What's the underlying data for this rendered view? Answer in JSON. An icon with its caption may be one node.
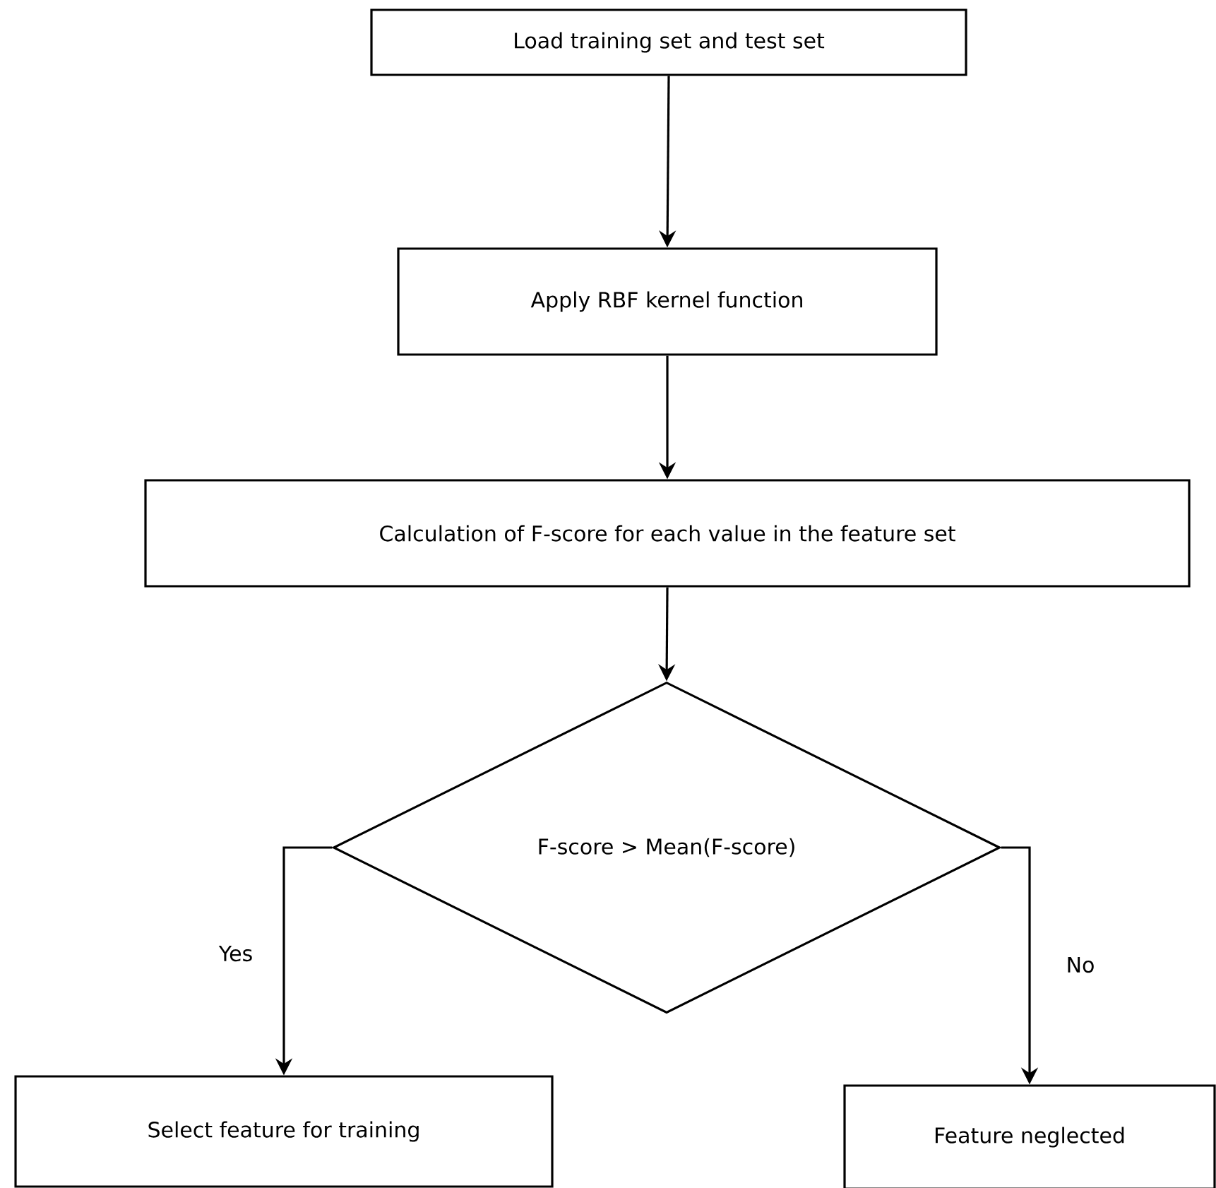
{
  "diagram": {
    "nodes": [
      {
        "text": [
          "Load training set and test set"
        ]
      },
      {
        "text": [
          "Apply RBF kernel function"
        ]
      },
      {
        "text": [
          "Calculation of F-score for each value in the feature set"
        ]
      },
      {
        "text": [
          "F-score > Mean(F-score)"
        ]
      },
      {
        "text": [
          "Select feature for training"
        ]
      },
      {
        "text": [
          "Feature neglected"
        ]
      }
    ],
    "edges": [
      {
        "from": 0,
        "to": 1,
        "arrow": "to"
      },
      {
        "from": 1,
        "to": 2,
        "arrow": "to"
      },
      {
        "from": 2,
        "to": 3,
        "arrow": "to"
      },
      {
        "from": 3,
        "to": 4,
        "arrow": "to",
        "label": "Yes"
      },
      {
        "from": 3,
        "to": 5,
        "arrow": "to",
        "label": "No"
      }
    ]
  }
}
